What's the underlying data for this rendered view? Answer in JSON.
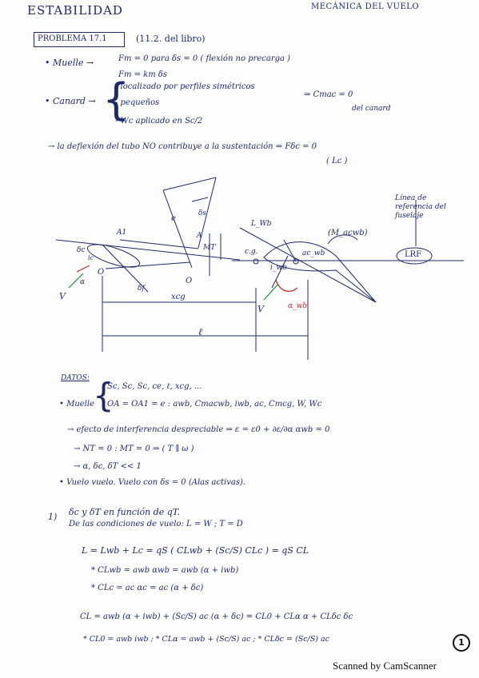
{
  "header": {
    "title": "ESTABILIDAD",
    "subject": "MECÁNICA DEL VUELO"
  },
  "problem": {
    "label": "PROBLEMA 17.1",
    "ref": "(11.2. del libro)"
  },
  "notes": {
    "muelle_label": "• Muelle →",
    "muelle_line1": "Fm = 0  para δs = 0  ( flexión no precarga )",
    "muelle_line2": "Fm = km δs",
    "canard_label": "• Canard →",
    "canard_item1": "- localizado por perfiles simétricos",
    "canard_item2": "- pequeños",
    "canard_item3": "- Wc aplicado en Sc/2",
    "canard_result": "⇒ Cmac = 0",
    "canard_result_sub": "del canard",
    "deflexion": "→ la deflexión del tubo NO contribuye a la sustentación ⇒ Fδc = 0",
    "deflexion_sub": "( Lc )"
  },
  "figure": {
    "label_linea": "Línea de referencia del fuselaje",
    "label_lrf": "LRF",
    "label_lwb": "L_Wb",
    "label_macwb": "(M_acwb)",
    "label_acwb": "ac_wb",
    "label_cg": "c.g.",
    "label_alpha_wb": "α_wb",
    "label_iwb": "i_wb",
    "label_v1": "V",
    "label_v2": "V",
    "label_o1": "O",
    "label_o2": "O",
    "label_a": "A",
    "label_a1": "A1",
    "label_deltac": "δc",
    "label_deltas": "δs",
    "label_deltaf": "δf",
    "label_e": "e",
    "label_xcg": "xcg",
    "label_l": "ℓ",
    "label_mt": "MT",
    "label_alpha": "α",
    "label_ic": "ic"
  },
  "datos": {
    "label": "DATOS:",
    "line1": "Sc, Sc, Sc, ce, ℓ, xcg, ...",
    "muelle": "• Muelle",
    "line2": "OA = OA1 = e : awb, Cmacwb, iwb, ac, Cmcg, W, Wc",
    "efecto": "→ efecto de interferencia despreciable ⇒ ε = ε0 + ∂ε/∂α αwb = 0",
    "nt": "→ NT = 0 : MT = 0 ⇒ ( T ∥ ω )",
    "small": "→ α, δc, δT << 1",
    "vuelo": "• Vuelo vuelo. Vuelo con δs = 0 (Alas activas)."
  },
  "part1": {
    "num": "1)",
    "line1": "δc y δT en función de qT.",
    "line2": "De las condiciones de vuelo:  L = W ; T = D",
    "eq1": "L = Lwb + Lc = qS ( CLwb + (Sc/S) CLc ) = qS CL",
    "eq2": "* CLwb = awb αwb = awb (α + iwb)",
    "eq3": "* CLc = ac αc = ac (α + δc)",
    "eq4": "CL = awb (α + iwb) + (Sc/S) ac (α + δc) = CL0 + CLα α + CLδc δc",
    "eq5": "* CL0 = awb iwb ;  * CLα = awb + (Sc/S) ac ;  * CLδc = (Sc/S) ac"
  },
  "footer": {
    "scanned": "Scanned by CamScanner",
    "page": "1"
  },
  "colors": {
    "ink": "#1f2a6b",
    "red": "#c8262b",
    "paper": "#fdfdfd"
  }
}
